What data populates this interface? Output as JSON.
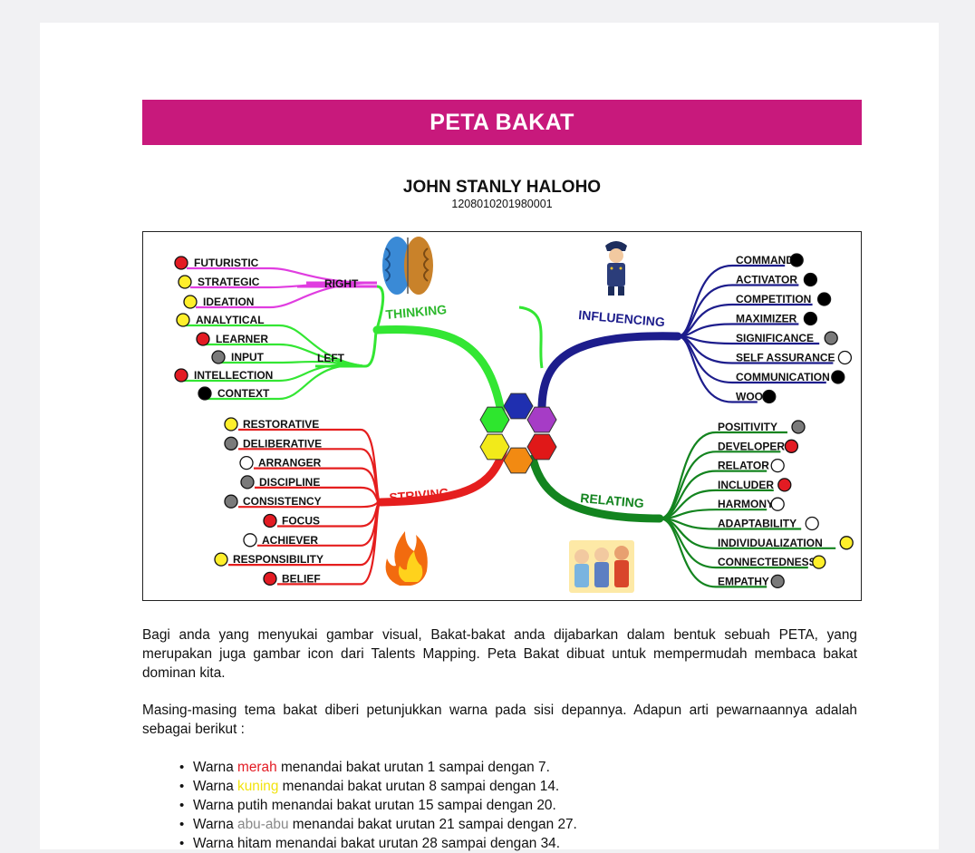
{
  "header": {
    "title": "PETA BAKAT"
  },
  "person": {
    "name": "JOHN STANLY HALOHO",
    "id": "1208010201980001"
  },
  "map": {
    "colors": {
      "red": "#e31b23",
      "yellow": "#ffef2b",
      "white": "#ffffff",
      "gray": "#7a7a7a",
      "black": "#000000"
    },
    "categories": {
      "thinking": {
        "label": "THINKING",
        "color": "#33e633",
        "sub_right": "RIGHT",
        "sub_left": "LEFT",
        "icon": "brain-icon"
      },
      "influencing": {
        "label": "INFLUENCING",
        "color": "#1d1d8c",
        "icon": "general-icon"
      },
      "striving": {
        "label": "STRIVING",
        "color": "#e51e1e",
        "icon": "fire-icon"
      },
      "relating": {
        "label": "RELATING",
        "color": "#13841f",
        "icon": "people-icon"
      }
    },
    "thinking_right": [
      {
        "name": "FUTURISTIC",
        "dot": "red"
      },
      {
        "name": "STRATEGIC",
        "dot": "yellow"
      },
      {
        "name": "IDEATION",
        "dot": "yellow"
      }
    ],
    "thinking_left": [
      {
        "name": "ANALYTICAL",
        "dot": "yellow"
      },
      {
        "name": "LEARNER",
        "dot": "red"
      },
      {
        "name": "INPUT",
        "dot": "gray"
      },
      {
        "name": "INTELLECTION",
        "dot": "red"
      },
      {
        "name": "CONTEXT",
        "dot": "black"
      }
    ],
    "influencing": [
      {
        "name": "COMMAND",
        "dot": "black"
      },
      {
        "name": "ACTIVATOR",
        "dot": "black"
      },
      {
        "name": "COMPETITION",
        "dot": "black"
      },
      {
        "name": "MAXIMIZER",
        "dot": "black"
      },
      {
        "name": "SIGNIFICANCE",
        "dot": "gray"
      },
      {
        "name": "SELF ASSURANCE",
        "dot": "white"
      },
      {
        "name": "COMMUNICATION",
        "dot": "black"
      },
      {
        "name": "WOO",
        "dot": "black"
      }
    ],
    "striving": [
      {
        "name": "RESTORATIVE",
        "dot": "yellow"
      },
      {
        "name": "DELIBERATIVE",
        "dot": "gray"
      },
      {
        "name": "ARRANGER",
        "dot": "white"
      },
      {
        "name": "DISCIPLINE",
        "dot": "gray"
      },
      {
        "name": "CONSISTENCY",
        "dot": "gray"
      },
      {
        "name": "FOCUS",
        "dot": "red"
      },
      {
        "name": "ACHIEVER",
        "dot": "white"
      },
      {
        "name": "RESPONSIBILITY",
        "dot": "yellow"
      },
      {
        "name": "BELIEF",
        "dot": "red"
      }
    ],
    "relating": [
      {
        "name": "POSITIVITY",
        "dot": "gray"
      },
      {
        "name": "DEVELOPER",
        "dot": "red"
      },
      {
        "name": "RELATOR",
        "dot": "white"
      },
      {
        "name": "INCLUDER",
        "dot": "red"
      },
      {
        "name": "HARMONY",
        "dot": "white"
      },
      {
        "name": "ADAPTABILITY",
        "dot": "white"
      },
      {
        "name": "INDIVIDUALIZATION",
        "dot": "yellow"
      },
      {
        "name": "CONNECTEDNESS",
        "dot": "yellow"
      },
      {
        "name": "EMPATHY",
        "dot": "gray"
      }
    ]
  },
  "body": {
    "paragraph1": "Bagi anda yang menyukai gambar visual, Bakat-bakat anda dijabarkan dalam bentuk sebuah PETA, yang merupakan juga gambar icon dari Talents Mapping. Peta Bakat dibuat untuk mempermudah membaca bakat dominan kita.",
    "paragraph2": "Masing-masing tema bakat diberi petunjukkan warna pada sisi depannya. Adapun arti pewarnaannya adalah sebagai berikut :",
    "legend": [
      {
        "pre": "Warna ",
        "word": "merah",
        "color": "#e31b23",
        "post": " menandai bakat urutan 1 sampai dengan 7."
      },
      {
        "pre": "Warna ",
        "word": "kuning",
        "color": "#f2e30d",
        "post": " menandai bakat urutan 8 sampai dengan 14."
      },
      {
        "pre": "Warna ",
        "word": "putih",
        "color": "#111111",
        "post": " menandai bakat urutan 15 sampai dengan 20."
      },
      {
        "pre": "Warna ",
        "word": "abu-abu",
        "color": "#888888",
        "post": " menandai bakat urutan 21 sampai dengan 27."
      },
      {
        "pre": "Warna ",
        "word": "hitam",
        "color": "#111111",
        "post": " menandai bakat urutan 28 sampai dengan 34."
      }
    ]
  }
}
